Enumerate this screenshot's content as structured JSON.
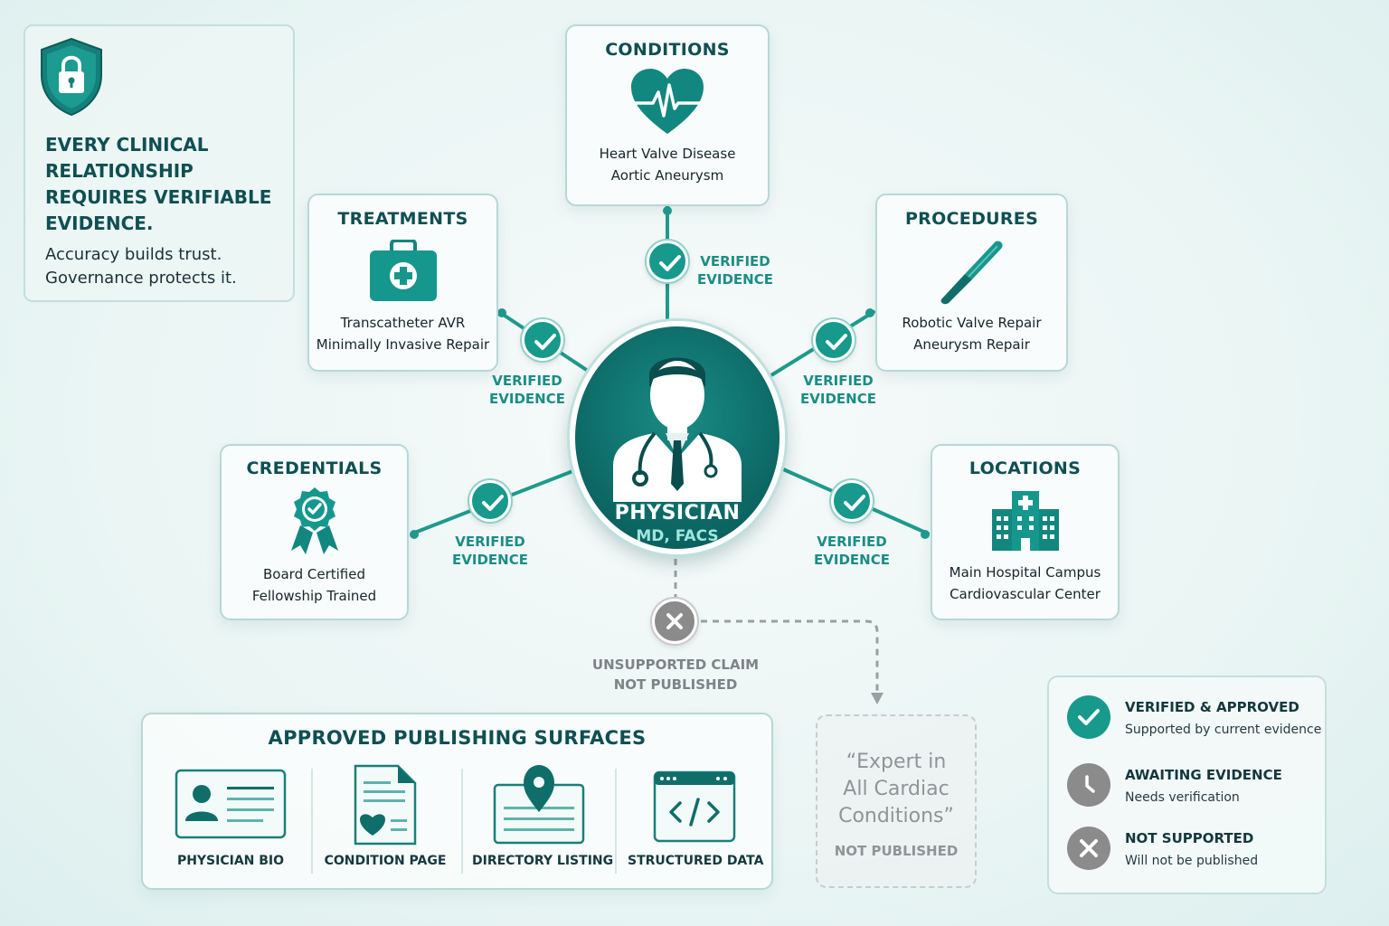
{
  "colors": {
    "accent": "#1a8c85",
    "dark_teal": "#0f4f52",
    "check": "#17998c",
    "rejected": "#8b8b8b"
  },
  "intro": {
    "headline": "EVERY CLINICAL RELATIONSHIP REQUIRES VERIFIABLE EVIDENCE.",
    "tagline": "Accuracy builds trust. Governance protects it.",
    "icon": "shield-lock-icon"
  },
  "center": {
    "title": "PHYSICIAN",
    "credentials": "MD, FACS",
    "icon": "physician-icon"
  },
  "nodes": {
    "conditions": {
      "title": "CONDITIONS",
      "line1": "Heart Valve Disease",
      "line2": "Aortic Aneurysm",
      "icon": "heart-pulse-icon"
    },
    "treatments": {
      "title": "TREATMENTS",
      "line1": "Transcatheter AVR",
      "line2": "Minimally Invasive Repair",
      "icon": "medical-kit-icon"
    },
    "procedures": {
      "title": "PROCEDURES",
      "line1": "Robotic Valve Repair",
      "line2": "Aneurysm Repair",
      "icon": "scalpel-icon"
    },
    "credentials": {
      "title": "CREDENTIALS",
      "line1": "Board Certified",
      "line2": "Fellowship Trained",
      "icon": "award-ribbon-icon"
    },
    "locations": {
      "title": "LOCATIONS",
      "line1": "Main Hospital Campus",
      "line2": "Cardiovascular Center",
      "icon": "hospital-icon"
    }
  },
  "verified": {
    "line1": "VERIFIED",
    "line2": "EVIDENCE"
  },
  "unsupported": {
    "line1": "UNSUPPORTED CLAIM",
    "line2": "NOT PUBLISHED"
  },
  "claim": {
    "line1": "“Expert in",
    "line2": "All Cardiac",
    "line3": "Conditions”",
    "status": "NOT PUBLISHED"
  },
  "surfaces": {
    "title": "APPROVED PUBLISHING SURFACES",
    "items": [
      {
        "label": "PHYSICIAN BIO",
        "icon": "profile-card-icon"
      },
      {
        "label": "CONDITION PAGE",
        "icon": "document-heart-icon"
      },
      {
        "label": "DIRECTORY LISTING",
        "icon": "map-pin-listing-icon"
      },
      {
        "label": "STRUCTURED DATA",
        "icon": "code-window-icon"
      }
    ]
  },
  "legend": [
    {
      "title": "VERIFIED & APPROVED",
      "desc": "Supported by current evidence",
      "icon": "check-icon",
      "color": "#17998c"
    },
    {
      "title": "AWAITING EVIDENCE",
      "desc": "Needs verification",
      "icon": "clock-icon",
      "color": "#8b8b8b"
    },
    {
      "title": "NOT SUPPORTED",
      "desc": "Will not be published",
      "icon": "x-icon",
      "color": "#8b8b8b"
    }
  ]
}
